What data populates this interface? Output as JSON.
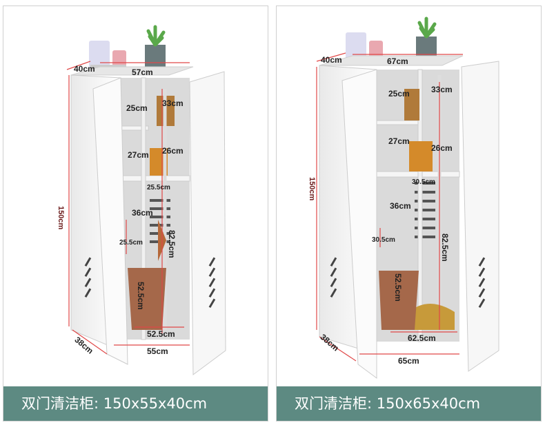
{
  "left": {
    "caption": "双门清洁柜: 150x55x40cm",
    "dims": {
      "depth_top": "40cm",
      "width_top": "57cm",
      "height": "150cm",
      "depth_bottom": "38cm",
      "width_bottom": "55cm",
      "s1": "25cm",
      "s2": "33cm",
      "s3": "27cm",
      "s4": "26cm",
      "s5": "25.5cm",
      "s6": "36cm",
      "s7": "25.5cm",
      "s8": "82.5cm",
      "s9": "52.5cm",
      "s10": "52.5cm"
    }
  },
  "right": {
    "caption": "双门清洁柜: 150x65x40cm",
    "dims": {
      "depth_top": "40cm",
      "width_top": "67cm",
      "height": "150cm",
      "depth_bottom": "38cm",
      "width_bottom": "65cm",
      "s1": "25cm",
      "s2": "33cm",
      "s3": "27cm",
      "s4": "26cm",
      "s5": "30.5cm",
      "s6": "36cm",
      "s7": "30.5cm",
      "s8": "82.5cm",
      "s9": "52.5cm",
      "s10": "62.5cm"
    }
  },
  "colors": {
    "caption_bg": "#5d8a82",
    "dimension_line": "#e04848",
    "cabinet": "#f2f2f2"
  }
}
